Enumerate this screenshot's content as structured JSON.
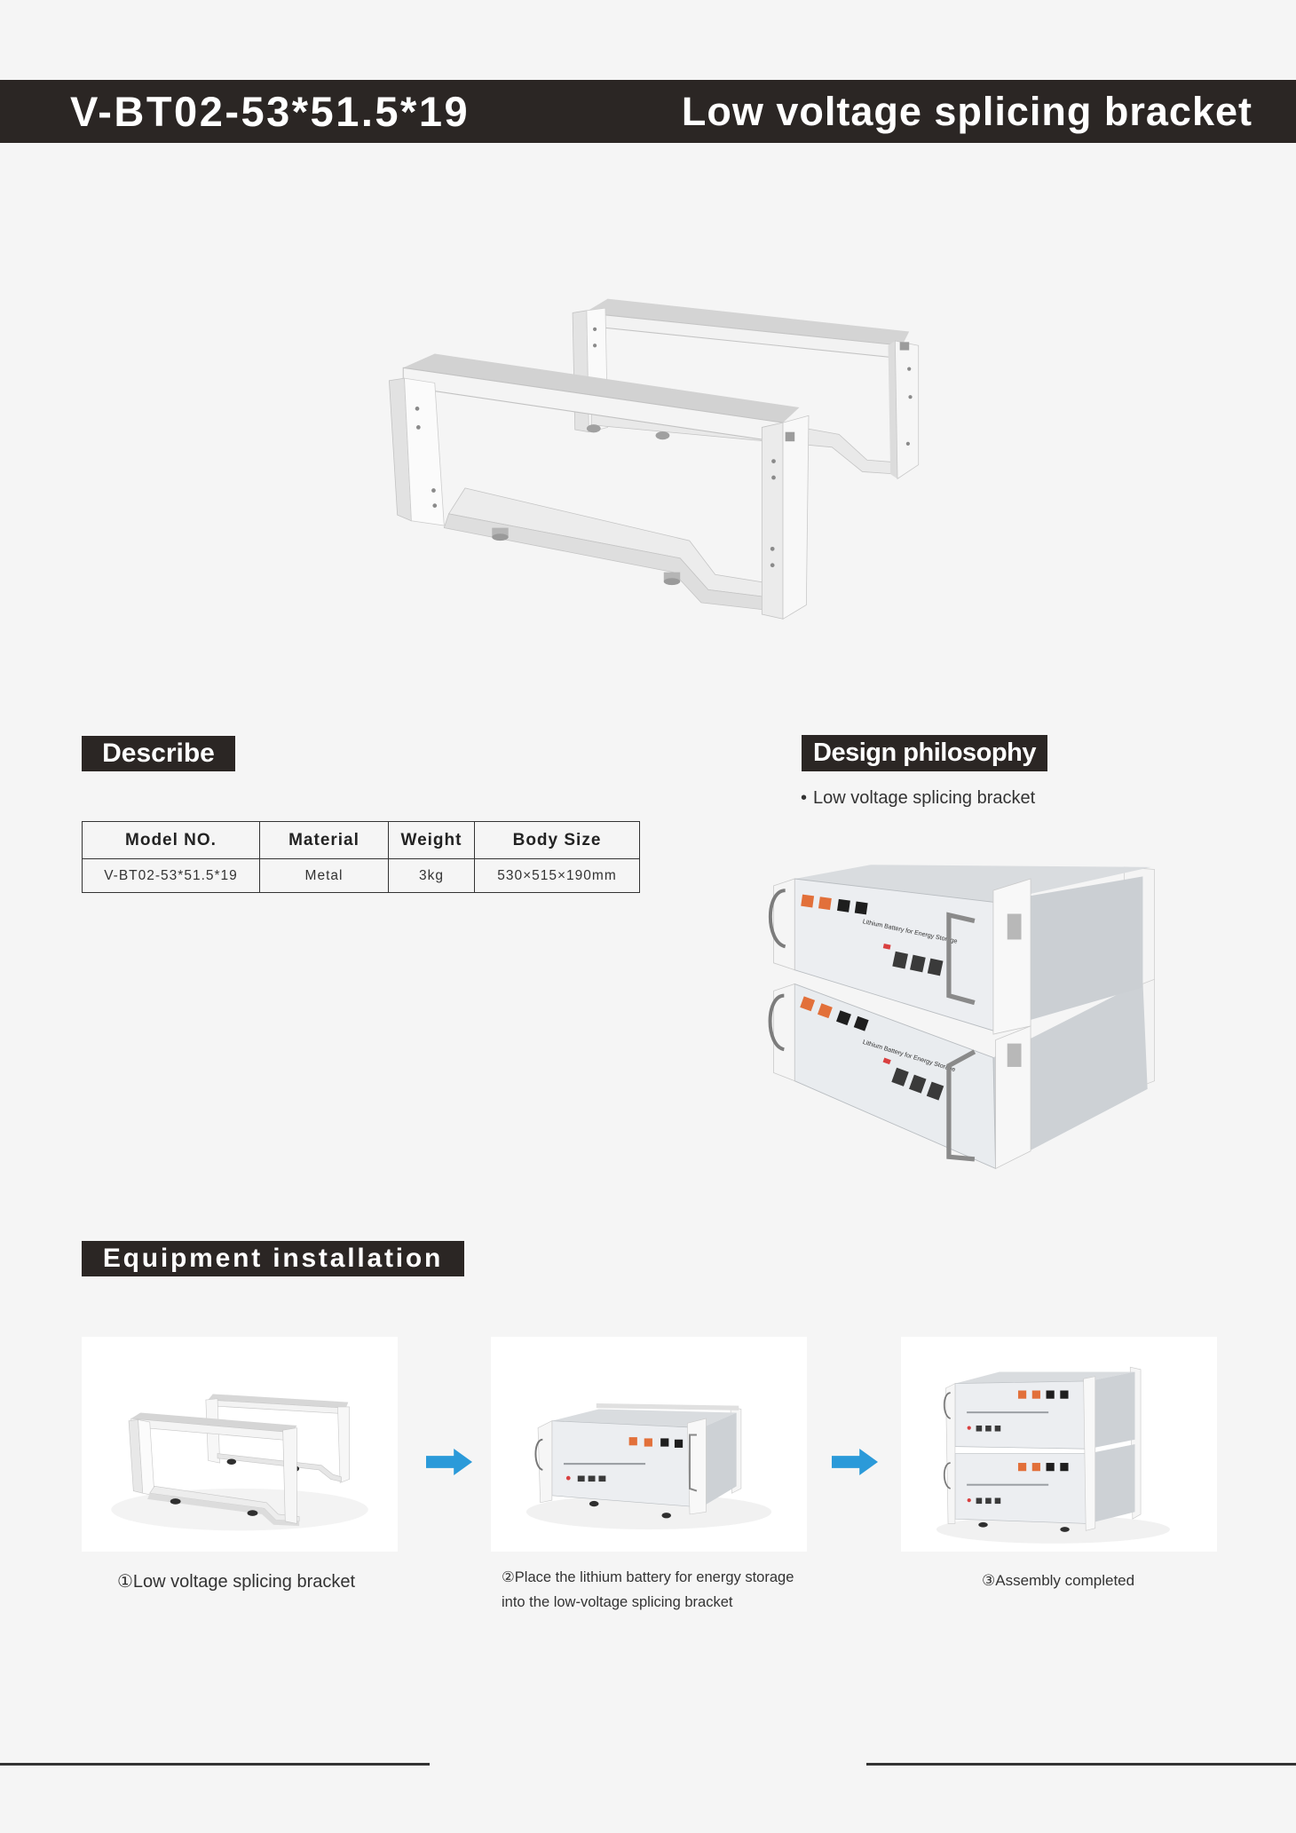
{
  "header": {
    "model_number": "V-BT02-53*51.5*19",
    "title": "Low voltage splicing bracket"
  },
  "describe": {
    "heading": "Describe",
    "table": {
      "headers": [
        "Model NO.",
        "Material",
        "Weight",
        "Body Size"
      ],
      "rows": [
        [
          "V-BT02-53*51.5*19",
          "Metal",
          "3kg",
          "530×515×190mm"
        ]
      ]
    }
  },
  "design_philosophy": {
    "heading": "Design philosophy",
    "bullets": [
      "Low voltage splicing bracket"
    ]
  },
  "product_photo": {
    "battery_label": "Lithium Battery for Energy Storage"
  },
  "installation": {
    "heading": "Equipment installation",
    "steps": [
      {
        "caption_lines": [
          "①Low voltage splicing bracket"
        ]
      },
      {
        "caption_lines": [
          "②Place the lithium battery for energy storage",
          "into the low-voltage splicing bracket"
        ]
      },
      {
        "caption_lines": [
          "③Assembly completed"
        ]
      }
    ]
  },
  "icons": {
    "step_arrow": "arrow-right-icon"
  },
  "colors": {
    "page_bg": "#f5f5f5",
    "header_bg": "#2b2624",
    "label_bg": "#2b2624",
    "arrow": "#2b9ad9",
    "text": "#333333",
    "terminal_orange": "#e2703a"
  }
}
